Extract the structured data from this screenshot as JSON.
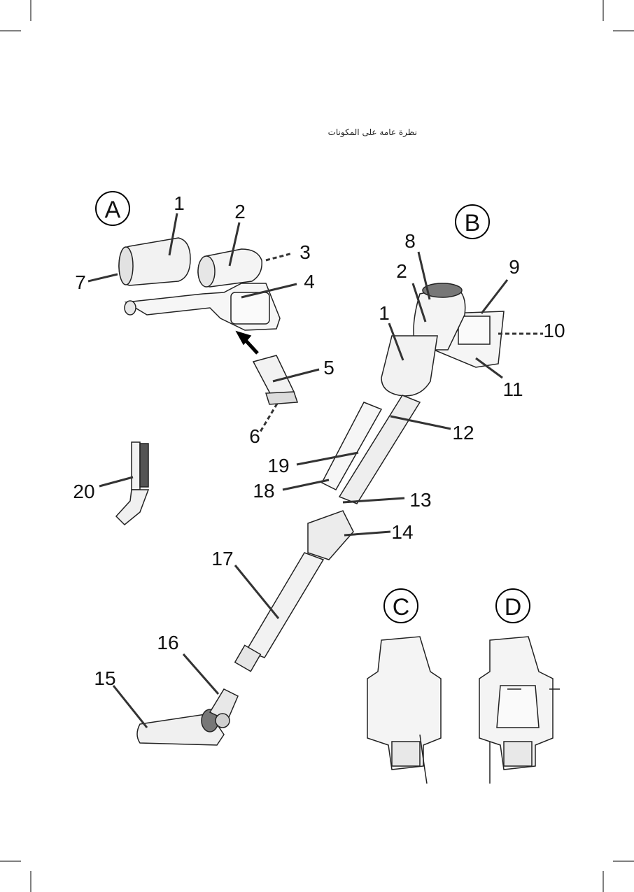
{
  "page": {
    "title": "نظرة عامة على المكونات"
  },
  "sections": {
    "a": "A",
    "b": "B",
    "c": "C",
    "d": "D"
  },
  "callouts": {
    "a_1": "1",
    "a_2": "2",
    "a_3": "3",
    "a_4": "4",
    "a_5": "5",
    "a_6": "6",
    "a_7": "7",
    "a_20": "20",
    "b_1": "1",
    "b_2": "2",
    "b_8": "8",
    "b_9": "9",
    "b_10": "10",
    "b_11": "11",
    "b_12": "12",
    "b_13": "13",
    "b_14": "14",
    "b_15": "15",
    "b_16": "16",
    "b_17": "17",
    "b_18": "18",
    "b_19": "19"
  }
}
